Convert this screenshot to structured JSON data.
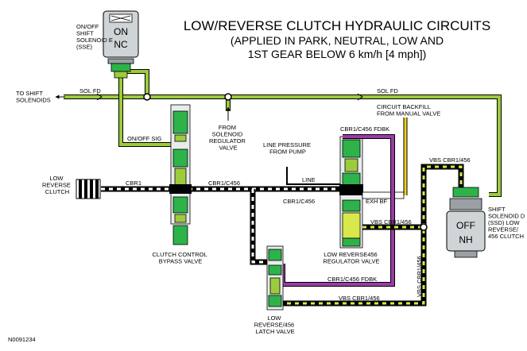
{
  "title": {
    "line1": "LOW/REVERSE CLUTCH HYDRAULIC CIRCUITS",
    "line2": "(APPLIED IN PARK, NEUTRAL, LOW AND",
    "line3": "1ST GEAR BELOW 6 km/h [4 mph])"
  },
  "figure_id": "N0091234",
  "colors": {
    "sol_fd": "#9ccc3c",
    "valve_green": "#2db34a",
    "valve_light": "#b9d87a",
    "fdbk_purple": "#9b3aa8",
    "backfill_yellow": "#f2d21b",
    "signal_yellow": "#d9e84a",
    "line_black": "#000000",
    "solenoid_gray": "#cfd4d6"
  },
  "solenoid_e": {
    "state_top": "ON",
    "state_bottom": "NC",
    "label": [
      "ON/OFF",
      "SHIFT",
      "SOLENOID E",
      "(SSE)"
    ]
  },
  "solenoid_d": {
    "state_top": "OFF",
    "state_bottom": "NH",
    "label": [
      "SHIFT",
      "SOLENOID D",
      "(SSD) LOW",
      "REVERSE/",
      "456 CLUTCH"
    ]
  },
  "labels": {
    "to_shift_solenoids": [
      "TO SHIFT",
      "SOLENOIDS"
    ],
    "sol_fd_left": "SOL FD",
    "sol_fd_right": "SOL FD",
    "on_off_sig": "ON/OFF SIG",
    "from_solenoid_regulator": [
      "FROM",
      "SOLENOID",
      "REGULATOR",
      "VALVE"
    ],
    "circuit_backfill": [
      "CIRCUIT BACKFILL",
      "FROM MANUAL VALVE"
    ],
    "cbr1_c456_fdbk_top": "CBR1/C456 FDBK",
    "line_pressure": [
      "LINE PRESSURE",
      "FROM PUMP"
    ],
    "line": "LINE",
    "vbs_cbr1_456_top": "VBS CBR1/456",
    "low_reverse_clutch": [
      "LOW",
      "REVERSE",
      "CLUTCH"
    ],
    "cbr1": "CBR1",
    "cbr1_c456_a": "CBR1/C456",
    "cbr1_c456_b": "CBR1/C456",
    "exh_bf": "EXH BF",
    "vbs_cbr1_456_mid": "VBS CBR1/456",
    "vbs_cbr1_456_vert": "VBS CBR1/456",
    "cbr1_c456_fdbk_bottom": "CBR1/C456 FDBK",
    "vbs_cbr1_456_bottom": "VBS CBR1/456",
    "clutch_control_bypass": [
      "CLUTCH CONTROL",
      "BYPASS VALVE"
    ],
    "low_reverse456_regulator": [
      "LOW REVERSE456",
      "REGULATOR VALVE"
    ],
    "low_reverse_latch": [
      "LOW",
      "REVERSE/456",
      "LATCH VALVE"
    ]
  }
}
